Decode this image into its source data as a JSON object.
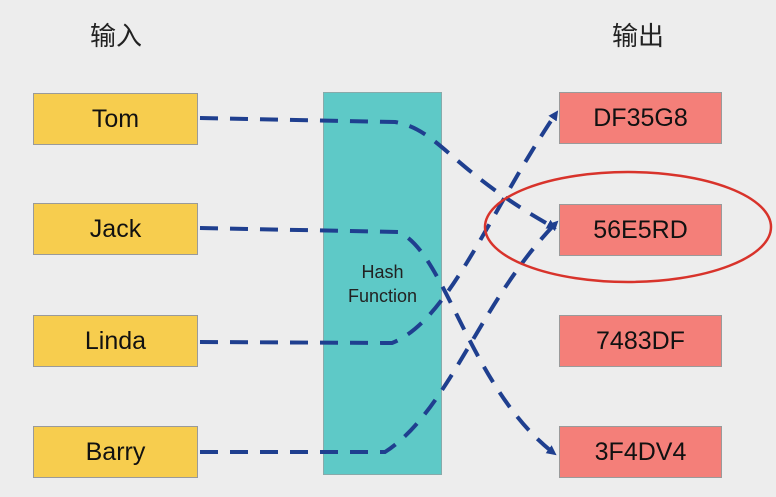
{
  "header": {
    "input_title": "输入",
    "output_title": "输出"
  },
  "inputs": [
    {
      "label": "Tom"
    },
    {
      "label": "Jack"
    },
    {
      "label": "Linda"
    },
    {
      "label": "Barry"
    }
  ],
  "outputs": [
    {
      "label": "DF35G8"
    },
    {
      "label": "56E5RD"
    },
    {
      "label": "7483DF"
    },
    {
      "label": "3F4DV4"
    }
  ],
  "hash_function": {
    "line1": "Hash",
    "line2": "Function"
  },
  "mappings": [
    {
      "from": "Tom",
      "to": "56E5RD"
    },
    {
      "from": "Jack",
      "to": "3F4DV4"
    },
    {
      "from": "Linda",
      "to": "DF35G8"
    },
    {
      "from": "Barry",
      "to": "56E5RD"
    }
  ],
  "highlighted_output": "56E5RD",
  "colors": {
    "background": "#ededed",
    "input_box": "#f7cd4e",
    "output_box": "#f47f79",
    "hash_box": "#5ec9c7",
    "arrow": "#1f3f8f",
    "highlight_ring": "#d8332b"
  }
}
